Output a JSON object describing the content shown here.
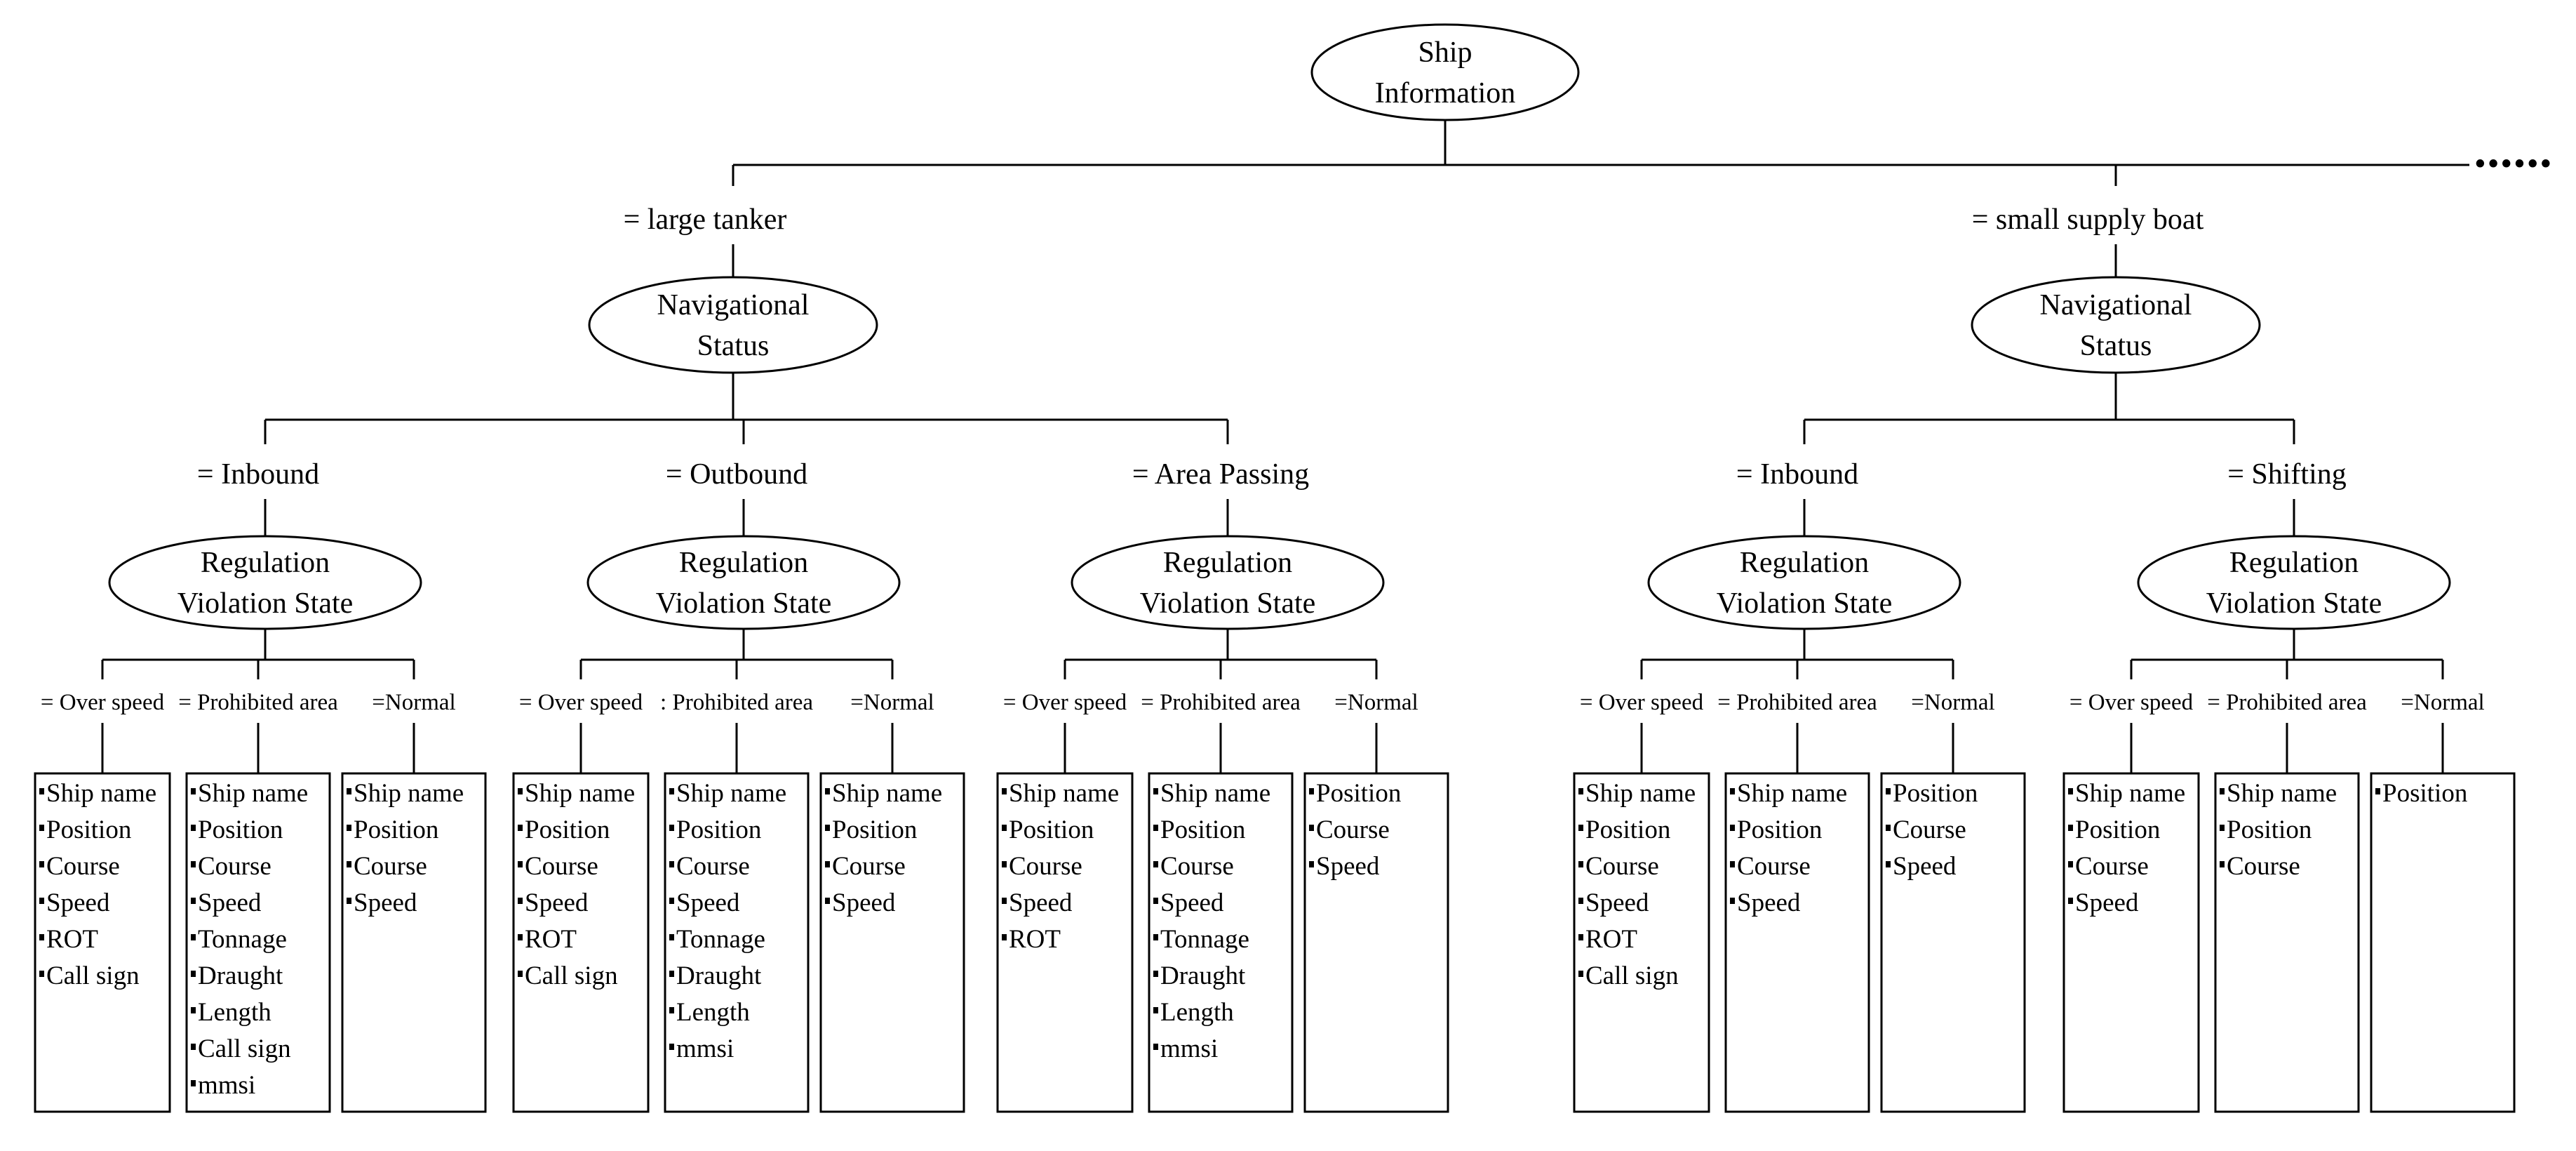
{
  "root": {
    "lines": [
      "Ship",
      "Information"
    ]
  },
  "more": "••••••",
  "ships": [
    {
      "edge": "= large tanker",
      "node": [
        "Navigational",
        "Status"
      ],
      "statuses": [
        {
          "edge": "= Inbound",
          "node": [
            "Regulation",
            "Violation State"
          ],
          "states": [
            {
              "edge": "= Over speed",
              "items": [
                "Ship name",
                "Position",
                "Course",
                "Speed",
                "ROT",
                "Call sign"
              ]
            },
            {
              "edge": "= Prohibited area",
              "items": [
                "Ship name",
                "Position",
                "Course",
                "Speed",
                "Tonnage",
                "Draught",
                "Length",
                "Call sign",
                "mmsi"
              ]
            },
            {
              "edge": "=Normal",
              "items": [
                "Ship name",
                "Position",
                "Course",
                "Speed"
              ]
            }
          ]
        },
        {
          "edge": "= Outbound",
          "node": [
            "Regulation",
            "Violation State"
          ],
          "states": [
            {
              "edge": "= Over speed",
              "items": [
                "Ship name",
                "Position",
                "Course",
                "Speed",
                "ROT",
                "Call sign"
              ]
            },
            {
              "edge": ": Prohibited area",
              "items": [
                "Ship name",
                "Position",
                "Course",
                "Speed",
                "Tonnage",
                "Draught",
                "Length",
                "mmsi"
              ]
            },
            {
              "edge": "=Normal",
              "items": [
                "Ship name",
                "Position",
                "Course",
                "Speed"
              ]
            }
          ]
        },
        {
          "edge": "= Area Passing",
          "node": [
            "Regulation",
            "Violation State"
          ],
          "states": [
            {
              "edge": "= Over speed",
              "items": [
                "Ship name",
                "Position",
                "Course",
                "Speed",
                "ROT"
              ]
            },
            {
              "edge": "= Prohibited area",
              "items": [
                "Ship name",
                "Position",
                "Course",
                "Speed",
                "Tonnage",
                "Draught",
                "Length",
                "mmsi"
              ]
            },
            {
              "edge": "=Normal",
              "items": [
                "Position",
                "Course",
                "Speed"
              ]
            }
          ]
        }
      ]
    },
    {
      "edge": "= small supply boat",
      "node": [
        "Navigational",
        "Status"
      ],
      "statuses": [
        {
          "edge": "= Inbound",
          "node": [
            "Regulation",
            "Violation State"
          ],
          "states": [
            {
              "edge": "= Over speed",
              "items": [
                "Ship name",
                "Position",
                "Course",
                "Speed",
                "ROT",
                "Call sign"
              ]
            },
            {
              "edge": "= Prohibited area",
              "items": [
                "Ship name",
                "Position",
                "Course",
                "Speed"
              ]
            },
            {
              "edge": "=Normal",
              "items": [
                "Position",
                "Course",
                "Speed"
              ]
            }
          ]
        },
        {
          "edge": "= Shifting",
          "node": [
            "Regulation",
            "Violation State"
          ],
          "states": [
            {
              "edge": "= Over speed",
              "items": [
                "Ship name",
                "Position",
                "Course",
                "Speed"
              ]
            },
            {
              "edge": "= Prohibited area",
              "items": [
                "Ship name",
                "Position",
                "Course"
              ]
            },
            {
              "edge": "=Normal",
              "items": [
                "Position"
              ]
            }
          ]
        }
      ]
    }
  ]
}
